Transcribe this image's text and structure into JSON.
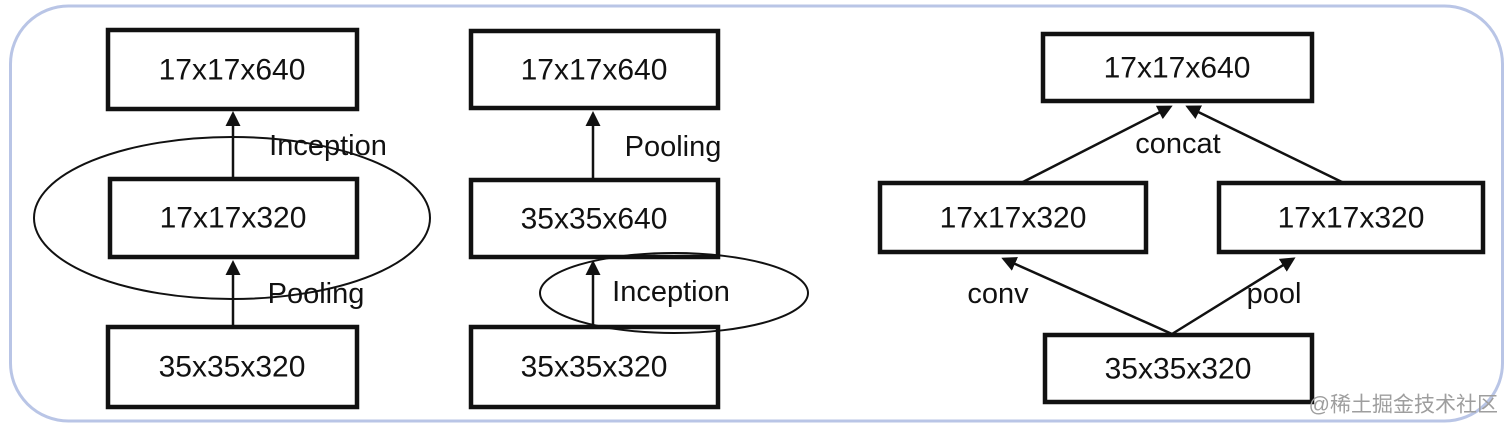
{
  "diagrams": [
    {
      "nodes": {
        "top": "17x17x640",
        "middle": "17x17x320",
        "bottom": "35x35x320"
      },
      "edges": {
        "top": "Inception",
        "bottom": "Pooling"
      }
    },
    {
      "nodes": {
        "top": "17x17x640",
        "middle": "35x35x640",
        "bottom": "35x35x320"
      },
      "edges": {
        "top": "Pooling",
        "bottom": "Inception"
      }
    },
    {
      "nodes": {
        "top": "17x17x640",
        "mid_left": "17x17x320",
        "mid_right": "17x17x320",
        "bottom": "35x35x320"
      },
      "edges": {
        "concat": "concat",
        "conv": "conv",
        "pool": "pool"
      }
    }
  ],
  "watermark": "@稀土掘金技术社区",
  "colors": {
    "frame": "#b9c5e6",
    "stroke": "#111111",
    "background": "#ffffff",
    "watermark": "#9e9e9e"
  }
}
